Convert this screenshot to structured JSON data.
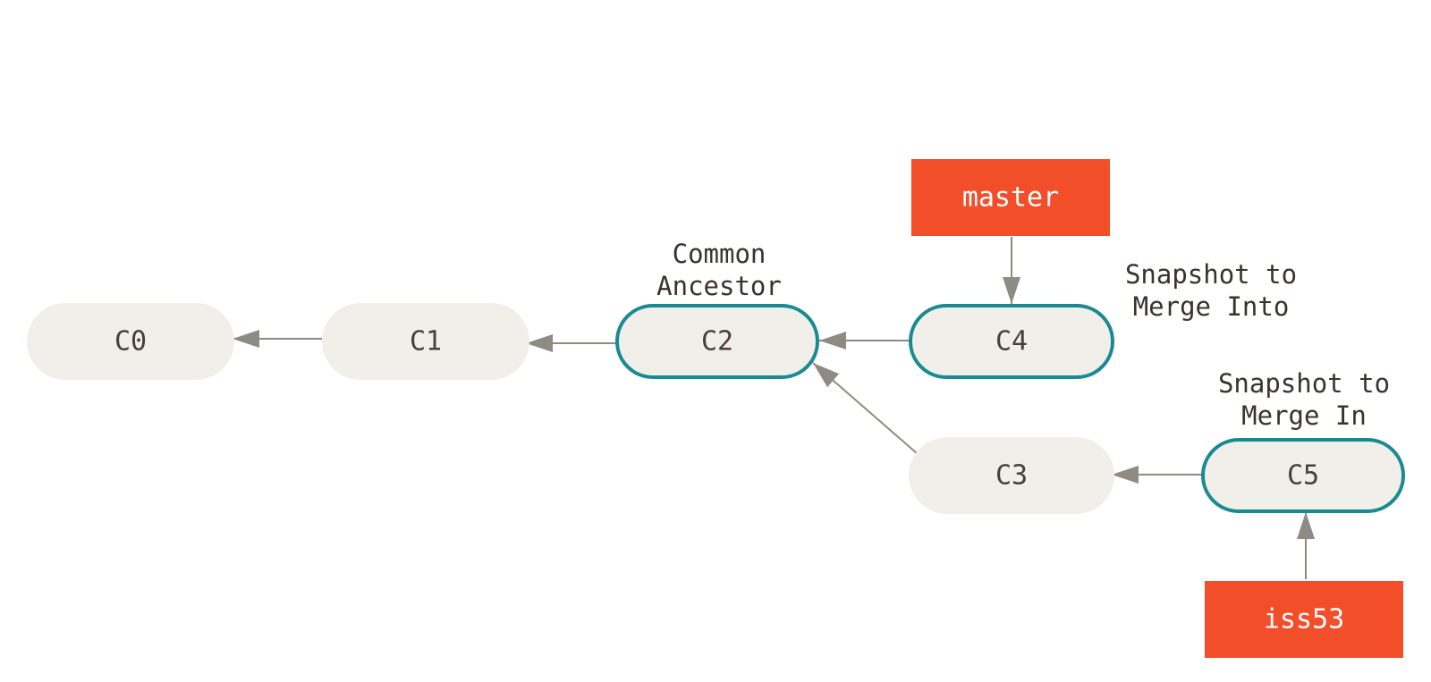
{
  "colors": {
    "commit_fill": "#f0efe9",
    "highlight_stroke": "#1a8a92",
    "branch_fill": "#f24e29",
    "arrow": "#8e8a84",
    "text": "#4a3f38"
  },
  "commits": [
    "C0",
    "C1",
    "C2",
    "C3",
    "C4",
    "C5"
  ],
  "highlighted_commits": [
    "C2",
    "C4",
    "C5"
  ],
  "branches": [
    "master",
    "iss53"
  ],
  "annotations": {
    "common_ancestor": [
      "Common",
      "Ancestor"
    ],
    "merge_into": [
      "Snapshot to",
      "Merge Into"
    ],
    "merge_in": [
      "Snapshot to",
      "Merge In"
    ]
  }
}
